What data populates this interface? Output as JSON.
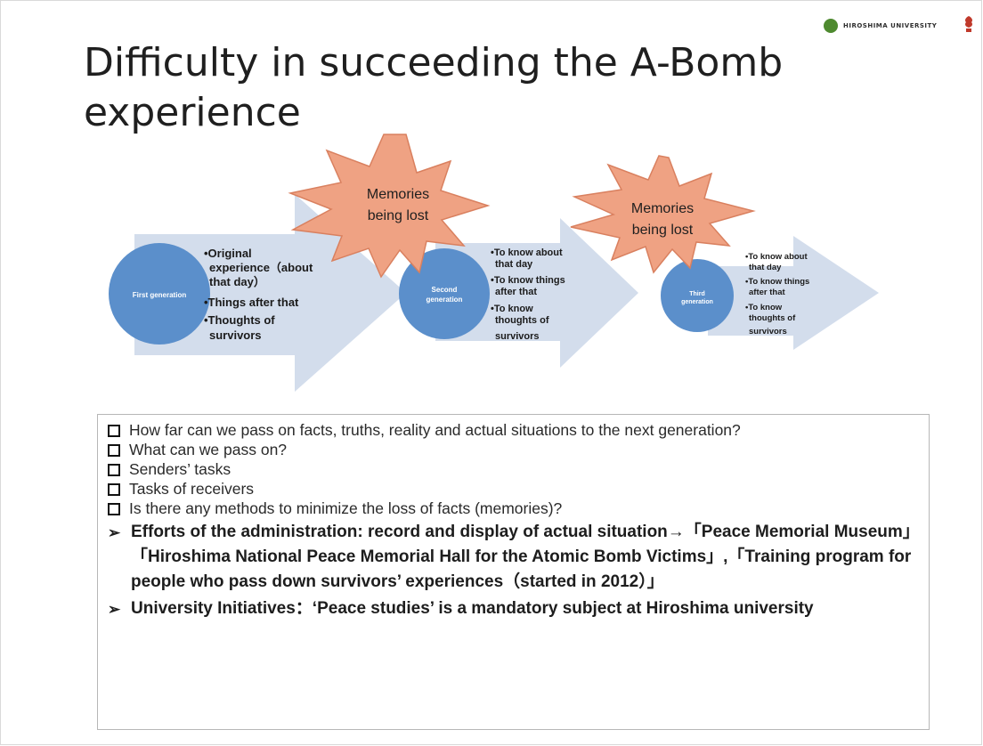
{
  "header": {
    "logo_text": "HIROSHIMA UNIVERSITY"
  },
  "title": {
    "line1": "Difficulty in succeeding the A-Bomb",
    "line2": "experience"
  },
  "diagram": {
    "burst1": {
      "line1": "Memories",
      "line2": "being lost"
    },
    "burst2": {
      "line1": "Memories",
      "line2": "being lost"
    },
    "gen1": {
      "label": "First generation",
      "items": [
        "•Original",
        "experience（about",
        "that day）",
        "•Things after that",
        "•Thoughts of",
        "survivors"
      ]
    },
    "gen2": {
      "label1": "Second",
      "label2": "generation",
      "items": [
        "•To know about",
        "that day",
        "•To know things",
        "after that",
        "•To know",
        "thoughts of",
        "survivors"
      ]
    },
    "gen3": {
      "label1": "Third",
      "label2": "generation",
      "items": [
        "•To know about",
        "that day",
        "•To know things",
        "after that",
        "•To know",
        "thoughts of",
        "survivors"
      ]
    }
  },
  "list": {
    "items": [
      "How far can we pass on facts, truths, reality and actual situations to the next generation?",
      "What can we pass on?",
      "Senders’ tasks",
      "Tasks of receivers",
      "Is there any methods to minimize the loss of facts (memories)?"
    ],
    "bold_items": [
      "Efforts of the administration: record and display of actual situation→「Peace Memorial Museum」「Hiroshima National Peace Memorial Hall for the Atomic Bomb Victims」,「Training program for people who pass down survivors’ experiences（started in 2012）」",
      "University Initiatives：‘Peace studies’ is a mandatory subject at Hiroshima university"
    ]
  },
  "colors": {
    "arrow": "#d3ddec",
    "circle": "#5b8fcb",
    "burst": "#efa283",
    "burst_stroke": "#d9805f"
  }
}
